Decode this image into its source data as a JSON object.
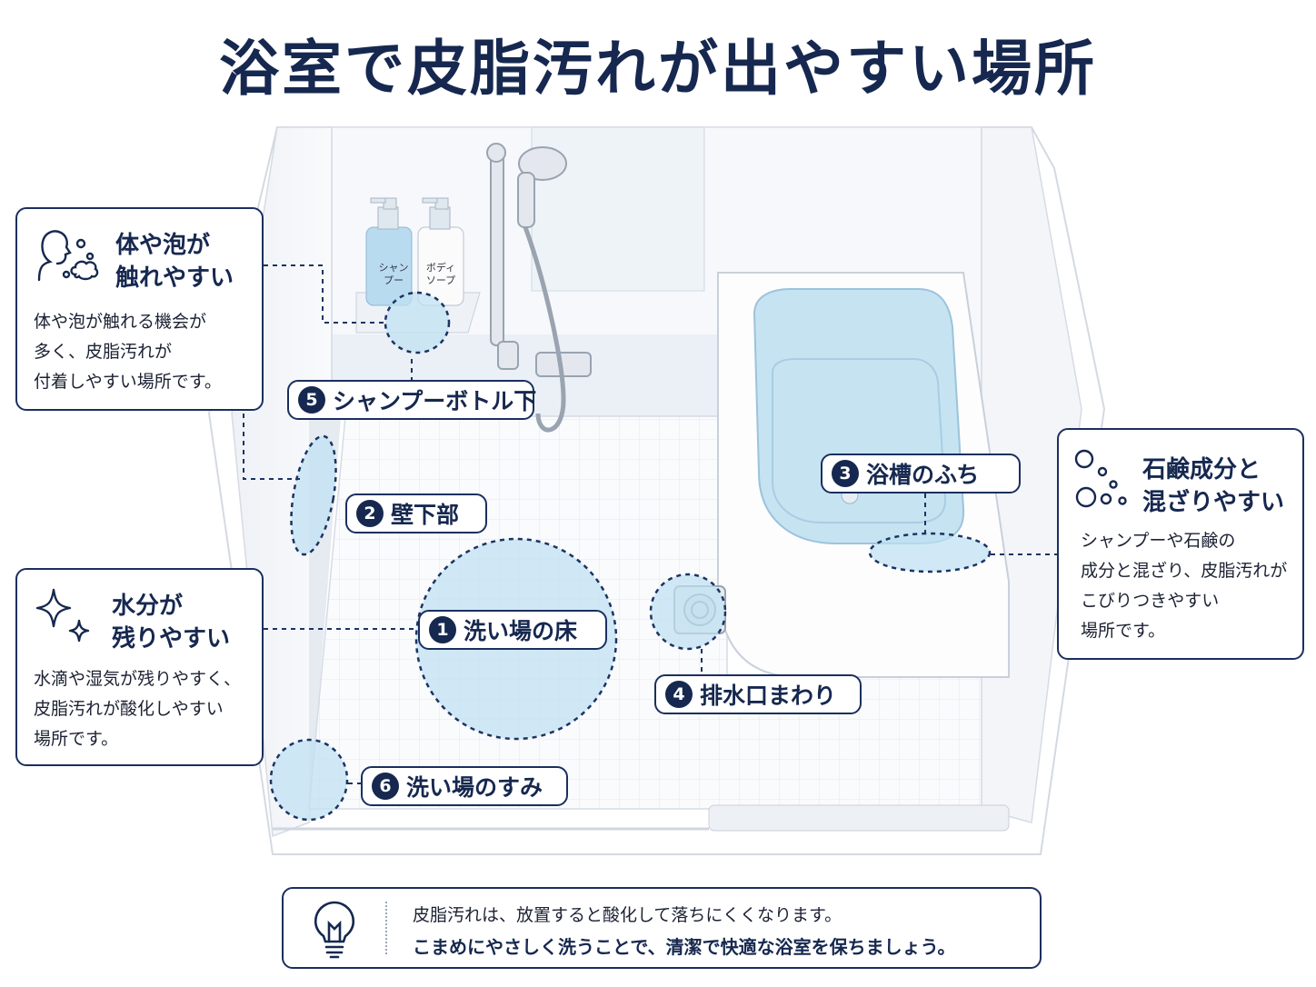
{
  "title": "浴室で皮脂汚れが出やすい場所",
  "colors": {
    "navy": "#16284f",
    "highlight": "#bfe0f2",
    "tub_water": "#c6e3f2"
  },
  "bottles": {
    "left": [
      "シャン",
      "プー"
    ],
    "right": [
      "ボディ",
      "ソープ"
    ]
  },
  "labels": [
    {
      "num": "1",
      "text": "洗い場の床"
    },
    {
      "num": "2",
      "text": "壁下部"
    },
    {
      "num": "3",
      "text": "浴槽のふち"
    },
    {
      "num": "4",
      "text": "排水口まわり"
    },
    {
      "num": "5",
      "text": "シャンプーボトル下"
    },
    {
      "num": "6",
      "text": "洗い場のすみ"
    }
  ],
  "cards": {
    "body_foam": {
      "icon": "person-foam-icon",
      "heading": [
        "体や泡が",
        "触れやすい"
      ],
      "body": [
        "体や泡が触れる機会が",
        "多く、皮脂汚れが",
        "付着しやすい場所です。"
      ]
    },
    "moisture": {
      "icon": "sparkle-icon",
      "heading": [
        "水分が",
        "残りやすい"
      ],
      "body": [
        "水滴や湿気が残りやすく、",
        "皮脂汚れが酸化しやすい",
        "場所です。"
      ]
    },
    "soap_mix": {
      "icon": "bubbles-icon",
      "heading": [
        "石鹸成分と",
        "混ざりやすい"
      ],
      "body": [
        "シャンプーや石鹸の",
        "成分と混ざり、皮脂汚れが",
        "こびりつきやすい",
        "場所です。"
      ]
    }
  },
  "tip": {
    "icon": "lightbulb-icon",
    "line1": "皮脂汚れは、放置すると酸化して落ちにくくなります。",
    "line2": "こまめにやさしく洗うことで、清潔で快適な浴室を保ちましょう。"
  }
}
